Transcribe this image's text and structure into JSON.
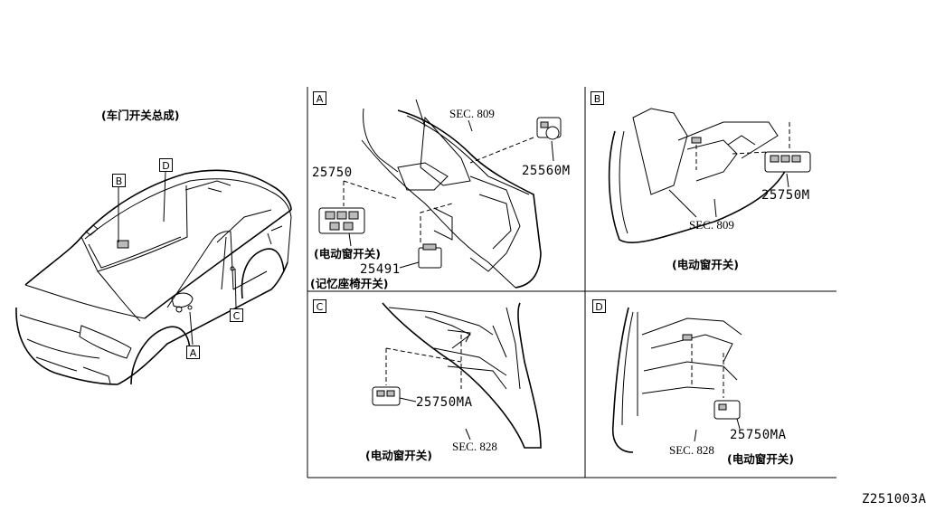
{
  "overview": {
    "title": "(车门开关总成)",
    "callouts": [
      "B",
      "D",
      "C",
      "A"
    ]
  },
  "panels": {
    "A": {
      "tag": "A",
      "sec": "SEC. 809",
      "parts": [
        {
          "number": "25750",
          "desc": "(电动窗开关)"
        },
        {
          "number": "25491",
          "desc": "(记忆座椅开关)"
        },
        {
          "number": "25560M",
          "desc": ""
        }
      ]
    },
    "B": {
      "tag": "B",
      "sec": "SEC. 809",
      "parts": [
        {
          "number": "25750M",
          "desc": "(电动窗开关)"
        }
      ]
    },
    "C": {
      "tag": "C",
      "sec": "SEC. 828",
      "parts": [
        {
          "number": "25750MA",
          "desc": "(电动窗开关)"
        }
      ]
    },
    "D": {
      "tag": "D",
      "sec": "SEC. 828",
      "parts": [
        {
          "number": "25750MA",
          "desc": "(电动窗开关)"
        }
      ]
    }
  },
  "diagram_code": "Z251003A"
}
